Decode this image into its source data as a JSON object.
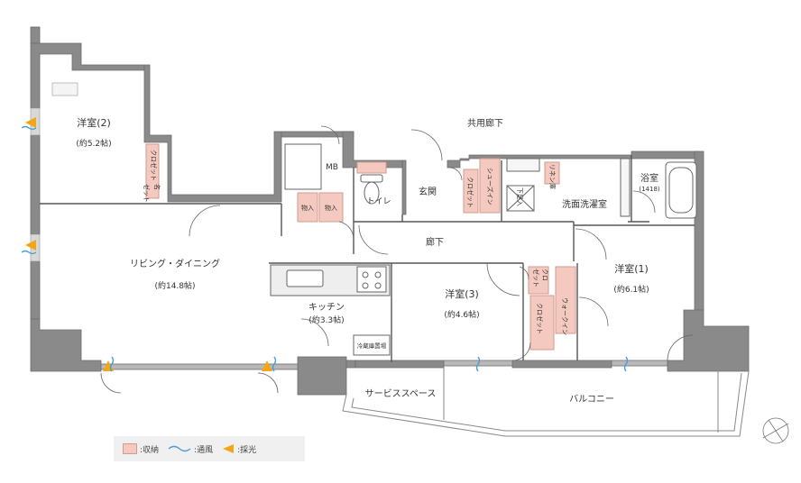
{
  "rooms": {
    "western2": {
      "name": "洋室(2)",
      "size": "(約5.2帖)"
    },
    "western1": {
      "name": "洋室(1)",
      "size": "(約6.1帖)"
    },
    "western3": {
      "name": "洋室(3)",
      "size": "(約4.6帖)"
    },
    "living": {
      "name": "リビング・ダイニング",
      "size": "(約14.8帖)"
    },
    "kitchen": {
      "name": "キッチン",
      "size": "(約3.3帖)"
    },
    "bath": {
      "name": "浴室",
      "size": "(1418)"
    },
    "entrance": "玄関",
    "toilet": "トイレ",
    "washroom": "洗面洗濯室",
    "hallway": "廊下",
    "mb": "MB",
    "common_corridor": "共用廊下",
    "service_space": "サービススペース",
    "balcony": "バルコニー"
  },
  "storage": {
    "closet_w2_a": "クロゼット",
    "closet_w2_b": "ゼット",
    "closet_w2_c": "名",
    "storage1": "物入",
    "storage2": "物入",
    "shoes": "シューズイン",
    "closet_entrance": "クロゼット",
    "shoebox": "下足入",
    "linen": "リネン庫",
    "closet_w3_a": "クロ",
    "closet_w3_b": "ゼット",
    "closet_w1": "クロゼット",
    "walkin": "ウォークイン",
    "fridge": "冷蔵庫置場"
  },
  "legend": {
    "storage": ":収納",
    "ventilation": ":通風",
    "daylight": ":採光"
  },
  "colors": {
    "storage_fill": "#f4c9bf",
    "wall": "#8a8a8a",
    "ventilation": "#4a9cd6",
    "daylight": "#f2a516"
  }
}
